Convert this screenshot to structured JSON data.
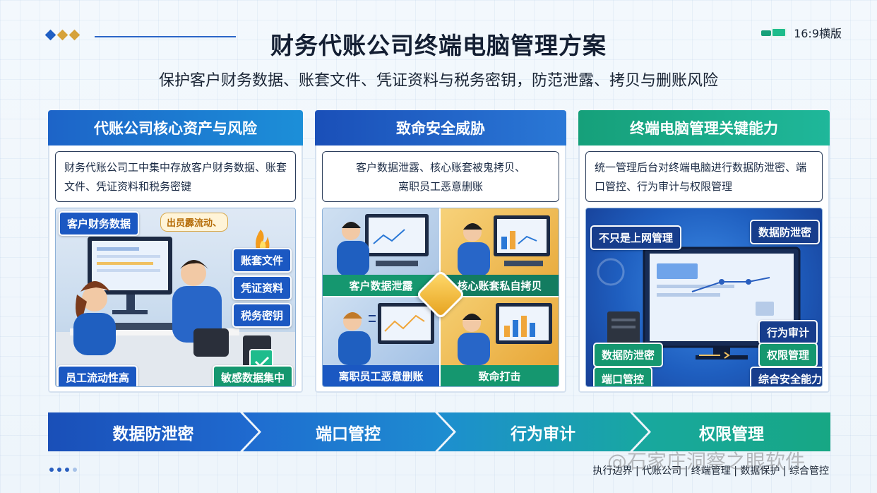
{
  "header": {
    "title": "财务代账公司终端电脑管理方案",
    "subtitle": "保护客户财务数据、账套文件、凭证资料与税务密钥，防范泄露、拷贝与删账风险",
    "format_badge": "16:9横版"
  },
  "columns": [
    {
      "title": "代账公司核心资产与风险",
      "description": "财务代账公司工中集中存放客户财务数据、账套文件、凭证资料和税务密键",
      "speech": "出员霹流动、",
      "tags": [
        "客户财务数据",
        "账套文件",
        "凭证资料",
        "税务密钥",
        "员工流动性高",
        "敏感数据集中"
      ]
    },
    {
      "title": "致命安全威胁",
      "description_lines": [
        "客户数据泄露、核心账套被鬼拷贝、",
        "离职员工恶意删账"
      ],
      "panels": [
        "客户数据泄露",
        "核心账套私自拷贝",
        "离职员工恶意删账",
        "致命打击"
      ]
    },
    {
      "title": "终端电脑管理关键能力",
      "description": "统一管理后台对终端电脑进行数据防泄密、端口管控、行为审计与权限管理",
      "tags": [
        "不只是上网管理",
        "数据防泄密",
        "行为审计",
        "数据防泄密",
        "权限管理",
        "端口管控",
        "综合安全能力"
      ]
    }
  ],
  "flow": [
    "数据防泄密",
    "端口管控",
    "行为审计",
    "权限管理"
  ],
  "footer": {
    "tags": "执行边界 | 代账公司 | 终端管理 | 数据保护 | 综合管控",
    "watermark": "@石家庄洞察之眼软件"
  },
  "colors": {
    "primary_blue": "#1d64c8",
    "teal": "#16a07a",
    "gold": "#e6a21f"
  }
}
